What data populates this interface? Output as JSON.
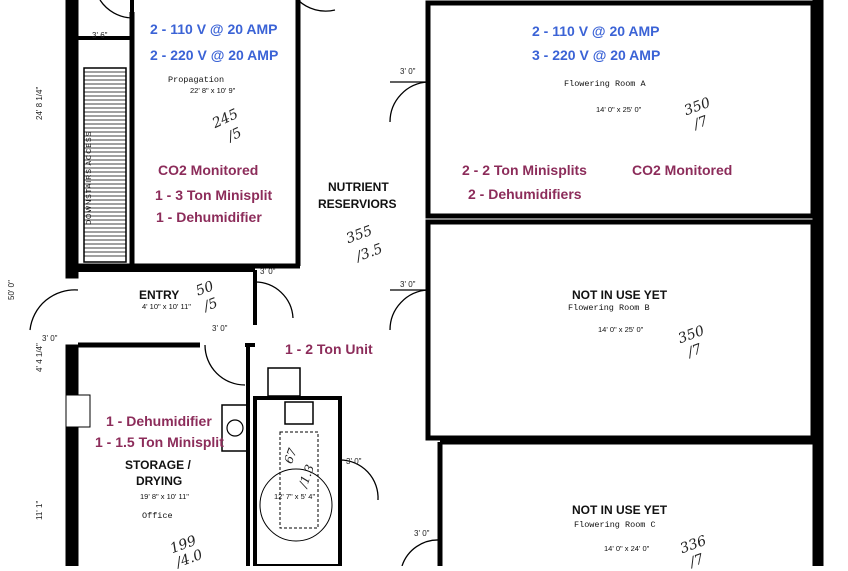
{
  "propagation": {
    "power_110": "2 - 110 V @ 20 AMP",
    "power_220": "2 - 220 V @ 20 AMP",
    "name": "Propagation",
    "dims": "22' 8\" x 10' 9\"",
    "hand_top": "245",
    "hand_bottom": "/5",
    "co2": "CO2 Monitored",
    "minisplit": "1 - 3 Ton Minisplit",
    "dehumidifier": "1 - Dehumidifier"
  },
  "flowering_a": {
    "power_110": "2 - 110 V @ 20 AMP",
    "power_220": "3 - 220 V @ 20 AMP",
    "name": "Flowering Room A",
    "dims": "14' 0\" x 25' 0\"",
    "hand_top": "350",
    "hand_bottom": "/7",
    "minisplits": "2 - 2 Ton Minisplits",
    "dehumidifiers": "2 - Dehumidifiers",
    "co2": "CO2 Monitored"
  },
  "reservoirs": {
    "line1": "NUTRIENT",
    "line2": "RESERVIORS",
    "hand_top": "355",
    "hand_bottom": "/3.5"
  },
  "entry": {
    "name": "ENTRY",
    "dims": "4' 10\" x 10' 11\"",
    "hand_top": "50",
    "hand_bottom": "/5"
  },
  "flowering_b": {
    "status": "NOT IN USE YET",
    "name": "Flowering Room B",
    "dims": "14' 0\" x 25' 0\"",
    "hand_top": "350",
    "hand_bottom": "/7"
  },
  "hall_unit": "1 - 2 Ton Unit",
  "storage": {
    "dehumidifier": "1 - Dehumidifier",
    "minisplit": "1 - 1.5 Ton Minisplit",
    "line1": "STORAGE /",
    "line2": "DRYING",
    "dims": "19' 8\" x 10' 11\"",
    "sub": "Office",
    "hand_top": "199",
    "hand_bottom": "/4.0"
  },
  "bathroom": {
    "dims": "12' 7\" x 5' 4\"",
    "hand_top": "67",
    "hand_bottom": "/1.3"
  },
  "flowering_c": {
    "status": "NOT IN USE YET",
    "name": "Flowering Room C",
    "dims": "14' 0\" x 24' 0\"",
    "hand_top": "336",
    "hand_bottom": "/7"
  },
  "stairs_label": "DOWNSTAIRS ACCESS",
  "door_label": "3' 0\"",
  "stair_width": "3' 6\"",
  "left_dims": {
    "d1": "24' 8 1/4\"",
    "d2": "50' 0\"",
    "d3": "4' 4 1/4\"",
    "d4": "11' 1\""
  }
}
